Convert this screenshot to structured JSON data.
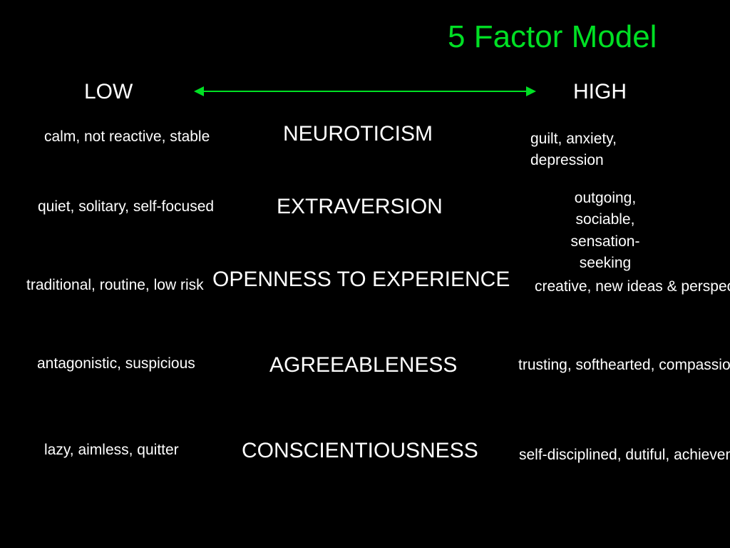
{
  "slide": {
    "title": "5 Factor Model",
    "scale": {
      "low_label": "LOW",
      "high_label": "HIGH"
    },
    "colors": {
      "background": "#000000",
      "title": "#00e024",
      "arrow": "#00e024",
      "text": "#ffffff"
    },
    "icons": {
      "scale_arrow": "double-headed-arrow-icon"
    },
    "factors": [
      {
        "name": "NEUROTICISM",
        "low": "calm, not reactive, stable",
        "high_lines": [
          "guilt, anxiety,",
          "depression"
        ]
      },
      {
        "name": "EXTRAVERSION",
        "low": "quiet, solitary, self-focused",
        "high_lines": [
          "outgoing,",
          "sociable,",
          "sensation-",
          "seeking"
        ]
      },
      {
        "name": "OPENNESS TO EXPERIENCE",
        "low": "traditional, routine, low risk",
        "high": "creative, new ideas & perspectives"
      },
      {
        "name": "AGREEABLENESS",
        "low": "antagonistic, suspicious",
        "high": "trusting, softhearted, compassionate"
      },
      {
        "name": "CONSCIENTIOUSNESS",
        "low": "lazy, aimless, quitter",
        "high": "self-disciplined, dutiful, achievement-oriented"
      }
    ]
  }
}
